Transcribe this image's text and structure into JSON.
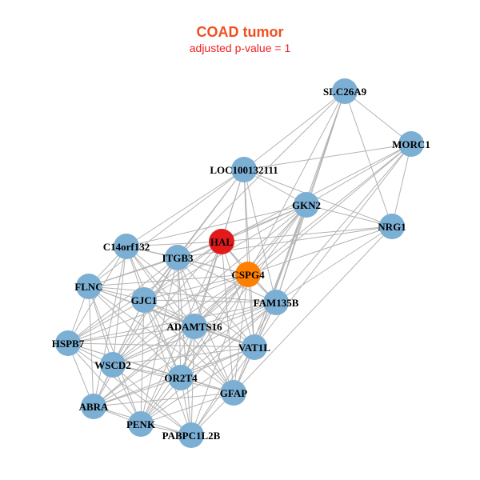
{
  "title": "COAD tumor",
  "subtitle": "adjusted p-value = 1",
  "colors": {
    "default_node": "#7bafd4",
    "query_node": "#e31a1c",
    "secondary_node": "#ff7f00",
    "edge": "#b3b3b3",
    "title": "#f0501e",
    "subtitle": "#ee2222"
  },
  "nodes": [
    {
      "id": "SLC26A9",
      "label": "SLC26A9",
      "type": "default"
    },
    {
      "id": "MORC1",
      "label": "MORC1",
      "type": "default"
    },
    {
      "id": "LOC100132111",
      "label": "LOC100132111",
      "type": "default"
    },
    {
      "id": "GKN2",
      "label": "GKN2",
      "type": "default"
    },
    {
      "id": "NRG1",
      "label": "NRG1",
      "type": "default"
    },
    {
      "id": "HAL",
      "label": "HAL",
      "type": "query"
    },
    {
      "id": "C14orf132",
      "label": "C14orf132",
      "type": "default"
    },
    {
      "id": "ITGB3",
      "label": "ITGB3",
      "type": "default"
    },
    {
      "id": "CSPG4",
      "label": "CSPG4",
      "type": "secondary"
    },
    {
      "id": "FLNC",
      "label": "FLNC",
      "type": "default"
    },
    {
      "id": "GJC1",
      "label": "GJC1",
      "type": "default"
    },
    {
      "id": "FAM135B",
      "label": "FAM135B",
      "type": "default"
    },
    {
      "id": "ADAMTS16",
      "label": "ADAMTS16",
      "type": "default"
    },
    {
      "id": "HSPB7",
      "label": "HSPB7",
      "type": "default"
    },
    {
      "id": "VAT1L",
      "label": "VAT1L",
      "type": "default"
    },
    {
      "id": "WSCD2",
      "label": "WSCD2",
      "type": "default"
    },
    {
      "id": "OR2T4",
      "label": "OR2T4",
      "type": "default"
    },
    {
      "id": "GFAP",
      "label": "GFAP",
      "type": "default"
    },
    {
      "id": "ABRA",
      "label": "ABRA",
      "type": "default"
    },
    {
      "id": "PENK",
      "label": "PENK",
      "type": "default"
    },
    {
      "id": "PABPC1L2B",
      "label": "PABPC1L2B",
      "type": "default"
    }
  ],
  "edges": [
    [
      "SLC26A9",
      "MORC1"
    ],
    [
      "SLC26A9",
      "LOC100132111"
    ],
    [
      "SLC26A9",
      "GKN2"
    ],
    [
      "SLC26A9",
      "NRG1"
    ],
    [
      "SLC26A9",
      "CSPG4"
    ],
    [
      "SLC26A9",
      "FAM135B"
    ],
    [
      "SLC26A9",
      "ITGB3"
    ],
    [
      "SLC26A9",
      "VAT1L"
    ],
    [
      "MORC1",
      "LOC100132111"
    ],
    [
      "MORC1",
      "GKN2"
    ],
    [
      "MORC1",
      "NRG1"
    ],
    [
      "MORC1",
      "HAL"
    ],
    [
      "MORC1",
      "CSPG4"
    ],
    [
      "MORC1",
      "FAM135B"
    ],
    [
      "MORC1",
      "VAT1L"
    ],
    [
      "MORC1",
      "ADAMTS16"
    ],
    [
      "LOC100132111",
      "GKN2"
    ],
    [
      "LOC100132111",
      "NRG1"
    ],
    [
      "LOC100132111",
      "HAL"
    ],
    [
      "LOC100132111",
      "C14orf132"
    ],
    [
      "LOC100132111",
      "ITGB3"
    ],
    [
      "LOC100132111",
      "CSPG4"
    ],
    [
      "LOC100132111",
      "GJC1"
    ],
    [
      "LOC100132111",
      "FAM135B"
    ],
    [
      "LOC100132111",
      "ADAMTS16"
    ],
    [
      "LOC100132111",
      "FLNC"
    ],
    [
      "LOC100132111",
      "VAT1L"
    ],
    [
      "GKN2",
      "NRG1"
    ],
    [
      "GKN2",
      "HAL"
    ],
    [
      "GKN2",
      "C14orf132"
    ],
    [
      "GKN2",
      "ITGB3"
    ],
    [
      "GKN2",
      "CSPG4"
    ],
    [
      "GKN2",
      "GJC1"
    ],
    [
      "GKN2",
      "FAM135B"
    ],
    [
      "GKN2",
      "ADAMTS16"
    ],
    [
      "GKN2",
      "VAT1L"
    ],
    [
      "GKN2",
      "OR2T4"
    ],
    [
      "GKN2",
      "GFAP"
    ],
    [
      "GKN2",
      "WSCD2"
    ],
    [
      "NRG1",
      "HAL"
    ],
    [
      "NRG1",
      "CSPG4"
    ],
    [
      "NRG1",
      "FAM135B"
    ],
    [
      "NRG1",
      "ITGB3"
    ],
    [
      "NRG1",
      "GFAP"
    ],
    [
      "HAL",
      "C14orf132"
    ],
    [
      "HAL",
      "ITGB3"
    ],
    [
      "HAL",
      "CSPG4"
    ],
    [
      "HAL",
      "FLNC"
    ],
    [
      "HAL",
      "GJC1"
    ],
    [
      "HAL",
      "FAM135B"
    ],
    [
      "HAL",
      "ADAMTS16"
    ],
    [
      "HAL",
      "HSPB7"
    ],
    [
      "HAL",
      "VAT1L"
    ],
    [
      "HAL",
      "WSCD2"
    ],
    [
      "HAL",
      "OR2T4"
    ],
    [
      "HAL",
      "GFAP"
    ],
    [
      "HAL",
      "PENK"
    ],
    [
      "C14orf132",
      "ITGB3"
    ],
    [
      "C14orf132",
      "CSPG4"
    ],
    [
      "C14orf132",
      "FLNC"
    ],
    [
      "C14orf132",
      "GJC1"
    ],
    [
      "C14orf132",
      "ADAMTS16"
    ],
    [
      "C14orf132",
      "HSPB7"
    ],
    [
      "C14orf132",
      "WSCD2"
    ],
    [
      "C14orf132",
      "OR2T4"
    ],
    [
      "C14orf132",
      "VAT1L"
    ],
    [
      "C14orf132",
      "ABRA"
    ],
    [
      "C14orf132",
      "GFAP"
    ],
    [
      "ITGB3",
      "CSPG4"
    ],
    [
      "ITGB3",
      "FLNC"
    ],
    [
      "ITGB3",
      "GJC1"
    ],
    [
      "ITGB3",
      "FAM135B"
    ],
    [
      "ITGB3",
      "ADAMTS16"
    ],
    [
      "ITGB3",
      "HSPB7"
    ],
    [
      "ITGB3",
      "VAT1L"
    ],
    [
      "ITGB3",
      "WSCD2"
    ],
    [
      "ITGB3",
      "OR2T4"
    ],
    [
      "ITGB3",
      "GFAP"
    ],
    [
      "ITGB3",
      "ABRA"
    ],
    [
      "ITGB3",
      "PENK"
    ],
    [
      "ITGB3",
      "PABPC1L2B"
    ],
    [
      "CSPG4",
      "FLNC"
    ],
    [
      "CSPG4",
      "GJC1"
    ],
    [
      "CSPG4",
      "FAM135B"
    ],
    [
      "CSPG4",
      "ADAMTS16"
    ],
    [
      "CSPG4",
      "HSPB7"
    ],
    [
      "CSPG4",
      "VAT1L"
    ],
    [
      "CSPG4",
      "WSCD2"
    ],
    [
      "CSPG4",
      "OR2T4"
    ],
    [
      "CSPG4",
      "GFAP"
    ],
    [
      "CSPG4",
      "ABRA"
    ],
    [
      "CSPG4",
      "PENK"
    ],
    [
      "CSPG4",
      "PABPC1L2B"
    ],
    [
      "FLNC",
      "GJC1"
    ],
    [
      "FLNC",
      "FAM135B"
    ],
    [
      "FLNC",
      "ADAMTS16"
    ],
    [
      "FLNC",
      "HSPB7"
    ],
    [
      "FLNC",
      "VAT1L"
    ],
    [
      "FLNC",
      "WSCD2"
    ],
    [
      "FLNC",
      "OR2T4"
    ],
    [
      "FLNC",
      "ABRA"
    ],
    [
      "FLNC",
      "PENK"
    ],
    [
      "FLNC",
      "GFAP"
    ],
    [
      "GJC1",
      "FAM135B"
    ],
    [
      "GJC1",
      "ADAMTS16"
    ],
    [
      "GJC1",
      "HSPB7"
    ],
    [
      "GJC1",
      "VAT1L"
    ],
    [
      "GJC1",
      "WSCD2"
    ],
    [
      "GJC1",
      "OR2T4"
    ],
    [
      "GJC1",
      "GFAP"
    ],
    [
      "GJC1",
      "ABRA"
    ],
    [
      "GJC1",
      "PENK"
    ],
    [
      "GJC1",
      "PABPC1L2B"
    ],
    [
      "FAM135B",
      "ADAMTS16"
    ],
    [
      "FAM135B",
      "HSPB7"
    ],
    [
      "FAM135B",
      "VAT1L"
    ],
    [
      "FAM135B",
      "WSCD2"
    ],
    [
      "FAM135B",
      "OR2T4"
    ],
    [
      "FAM135B",
      "GFAP"
    ],
    [
      "FAM135B",
      "ABRA"
    ],
    [
      "FAM135B",
      "PENK"
    ],
    [
      "FAM135B",
      "PABPC1L2B"
    ],
    [
      "ADAMTS16",
      "HSPB7"
    ],
    [
      "ADAMTS16",
      "VAT1L"
    ],
    [
      "ADAMTS16",
      "WSCD2"
    ],
    [
      "ADAMTS16",
      "OR2T4"
    ],
    [
      "ADAMTS16",
      "GFAP"
    ],
    [
      "ADAMTS16",
      "ABRA"
    ],
    [
      "ADAMTS16",
      "PENK"
    ],
    [
      "ADAMTS16",
      "PABPC1L2B"
    ],
    [
      "HSPB7",
      "VAT1L"
    ],
    [
      "HSPB7",
      "WSCD2"
    ],
    [
      "HSPB7",
      "OR2T4"
    ],
    [
      "HSPB7",
      "GFAP"
    ],
    [
      "HSPB7",
      "ABRA"
    ],
    [
      "HSPB7",
      "PENK"
    ],
    [
      "HSPB7",
      "PABPC1L2B"
    ],
    [
      "VAT1L",
      "WSCD2"
    ],
    [
      "VAT1L",
      "OR2T4"
    ],
    [
      "VAT1L",
      "GFAP"
    ],
    [
      "VAT1L",
      "ABRA"
    ],
    [
      "VAT1L",
      "PENK"
    ],
    [
      "VAT1L",
      "PABPC1L2B"
    ],
    [
      "WSCD2",
      "OR2T4"
    ],
    [
      "WSCD2",
      "GFAP"
    ],
    [
      "WSCD2",
      "ABRA"
    ],
    [
      "WSCD2",
      "PENK"
    ],
    [
      "WSCD2",
      "PABPC1L2B"
    ],
    [
      "OR2T4",
      "GFAP"
    ],
    [
      "OR2T4",
      "ABRA"
    ],
    [
      "OR2T4",
      "PENK"
    ],
    [
      "OR2T4",
      "PABPC1L2B"
    ],
    [
      "GFAP",
      "ABRA"
    ],
    [
      "GFAP",
      "PENK"
    ],
    [
      "GFAP",
      "PABPC1L2B"
    ],
    [
      "ABRA",
      "PENK"
    ],
    [
      "ABRA",
      "PABPC1L2B"
    ],
    [
      "PENK",
      "PABPC1L2B"
    ]
  ]
}
